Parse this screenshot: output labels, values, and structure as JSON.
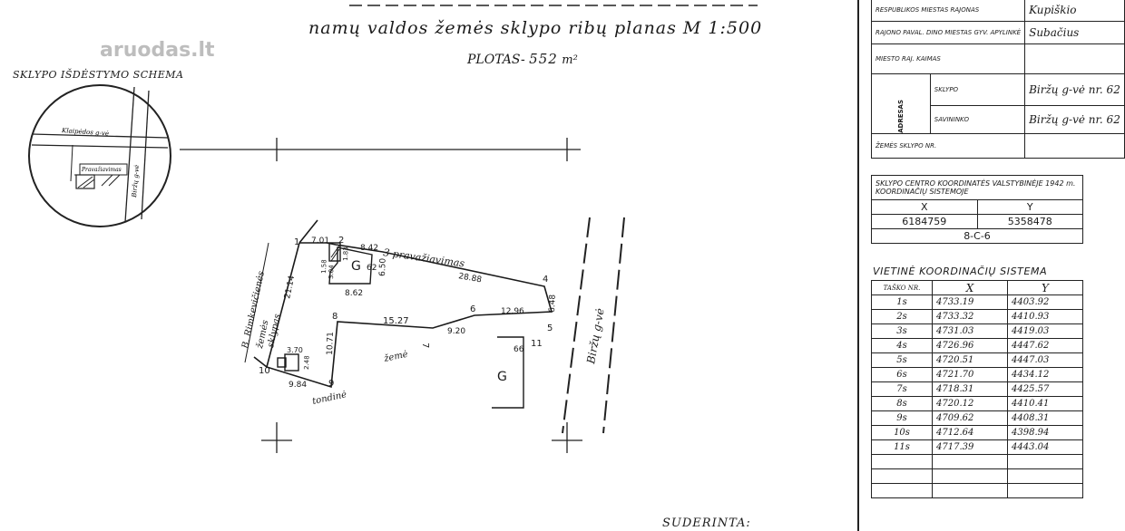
{
  "title": "namų valdos žemės sklypo ribų planas M 1:500",
  "area": {
    "label": "PLOTAS-",
    "value": "552",
    "unit": "m²"
  },
  "scheme": {
    "title": "SKLYPO IŠDĖSTYMO SCHEMA",
    "street1": "Klaipėdos g-vė",
    "street2": "Biržų g-vė",
    "lane": "Pravažiavimas"
  },
  "watermark": "aruodas.lt",
  "plan_labels": {
    "pravaziavimas": "3 pravažiavimas",
    "birzu": "Biržų g-vė",
    "neighbour_1": "B. Rimkevičienės",
    "neighbour_2": "žemės",
    "neighbour_3": "sklypas",
    "zeme": "žemė",
    "tondine": "tondinė",
    "building_g": "G",
    "building_62": "62",
    "building_66": "66"
  },
  "points": [
    "1",
    "2",
    "3",
    "4",
    "5",
    "6",
    "7",
    "8",
    "9",
    "10",
    "11"
  ],
  "measurements": {
    "m701": "7.01",
    "m842": "8.42",
    "m2888": "28.88",
    "m650": "6.50",
    "m862": "8.62",
    "m648": "6.48",
    "m1296": "12.96",
    "m920": "9.20",
    "m1527": "15.27",
    "m1071": "10.71",
    "m984": "9.84",
    "m2114": "21.14",
    "m370": "3.70",
    "m304": "3.04",
    "m158": "1.58",
    "m248": "2.48",
    "m183": "1.83"
  },
  "admin_table": {
    "rows": [
      {
        "label": "RESPUBLIKOS MIESTAS RAJONAS",
        "value": "Kupiškio"
      },
      {
        "label": "RAJONO PAVAL. DINO MIESTAS GYV. APYLINKĖ",
        "value": "Subačius"
      },
      {
        "label": "MIESTO RAJ. KAIMAS",
        "value": ""
      }
    ],
    "address_label": "ADRESAS",
    "address_rows": [
      {
        "label": "SKLYPO",
        "value": "Biržų g-vė nr. 62"
      },
      {
        "label": "SAVININKO",
        "value": "Biržų g-vė nr. 62"
      }
    ],
    "last_row": {
      "label": "ŽEMĖS SKLYPO NR.",
      "value": ""
    }
  },
  "centre_table": {
    "header": "SKLYPO CENTRO KOORDINATĖS VALSTYBINĖJE 1942 m. KOORDINAČIŲ SISTEMOJE",
    "col_x": "X",
    "col_y": "Y",
    "x": "6184759",
    "y": "5358478",
    "code": "8-C-6"
  },
  "local_table": {
    "title": "VIETINĖ KOORDINAČIŲ SISTEMA",
    "col_no": "TAŠKO NR.",
    "col_x": "X",
    "col_y": "Y",
    "rows": [
      {
        "no": "1s",
        "x": "4733.19",
        "y": "4403.92"
      },
      {
        "no": "2s",
        "x": "4733.32",
        "y": "4410.93"
      },
      {
        "no": "3s",
        "x": "4731.03",
        "y": "4419.03"
      },
      {
        "no": "4s",
        "x": "4726.96",
        "y": "4447.62"
      },
      {
        "no": "5s",
        "x": "4720.51",
        "y": "4447.03"
      },
      {
        "no": "6s",
        "x": "4721.70",
        "y": "4434.12"
      },
      {
        "no": "7s",
        "x": "4718.31",
        "y": "4425.57"
      },
      {
        "no": "8s",
        "x": "4720.12",
        "y": "4410.41"
      },
      {
        "no": "9s",
        "x": "4709.62",
        "y": "4408.31"
      },
      {
        "no": "10s",
        "x": "4712.64",
        "y": "4398.94"
      },
      {
        "no": "11s",
        "x": "4717.39",
        "y": "4443.04"
      }
    ]
  },
  "approved": "SUDERINTA:"
}
